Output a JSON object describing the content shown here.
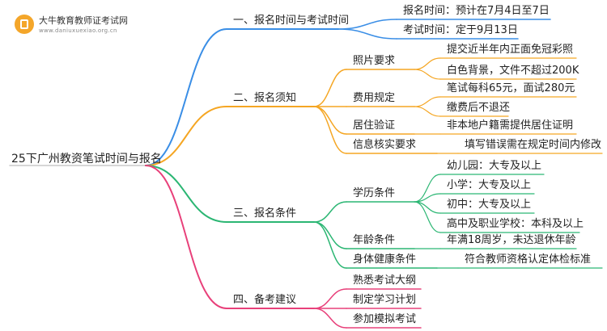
{
  "logo": {
    "title": "大牛教育教师证考试网",
    "url": "www.daniuxuexiao.org.cn"
  },
  "mindmap": {
    "root": "25下广州教资笔试时间与报名",
    "branches": [
      {
        "label": "一、报名时间与考试时间",
        "color": "#3a8ee6",
        "children": [
          {
            "label": "报名时间：预计在7月4日至7日"
          },
          {
            "label": "考试时间：定于9月13日"
          }
        ]
      },
      {
        "label": "二、报名须知",
        "color": "#f5a623",
        "children": [
          {
            "label": "照片要求",
            "children": [
              {
                "label": "提交近半年内正面免冠彩照"
              },
              {
                "label": "白色背景，文件不超过200K"
              }
            ]
          },
          {
            "label": "费用规定",
            "children": [
              {
                "label": "笔试每科65元，面试280元"
              },
              {
                "label": "缴费后不退还"
              }
            ]
          },
          {
            "label": "居住验证",
            "children": [
              {
                "label": "非本地户籍需提供居住证明"
              }
            ]
          },
          {
            "label": "信息核实要求",
            "children": [
              {
                "label": "填写错误需在规定时间内修改"
              }
            ]
          }
        ]
      },
      {
        "label": "三、报名条件",
        "color": "#2bb673",
        "children": [
          {
            "label": "学历条件",
            "children": [
              {
                "label": "幼儿园：大专及以上"
              },
              {
                "label": "小学：大专及以上"
              },
              {
                "label": "初中：大专及以上"
              },
              {
                "label": "高中及职业学校：本科及以上"
              }
            ]
          },
          {
            "label": "年龄条件",
            "children": [
              {
                "label": "年满18周岁，未达退休年龄"
              }
            ]
          },
          {
            "label": "身体健康条件",
            "children": [
              {
                "label": "符合教师资格认定体检标准"
              }
            ]
          }
        ]
      },
      {
        "label": "四、备考建议",
        "color": "#e8407a",
        "children": [
          {
            "label": "熟悉考试大纲"
          },
          {
            "label": "制定学习计划"
          },
          {
            "label": "参加模拟考试"
          }
        ]
      }
    ]
  }
}
